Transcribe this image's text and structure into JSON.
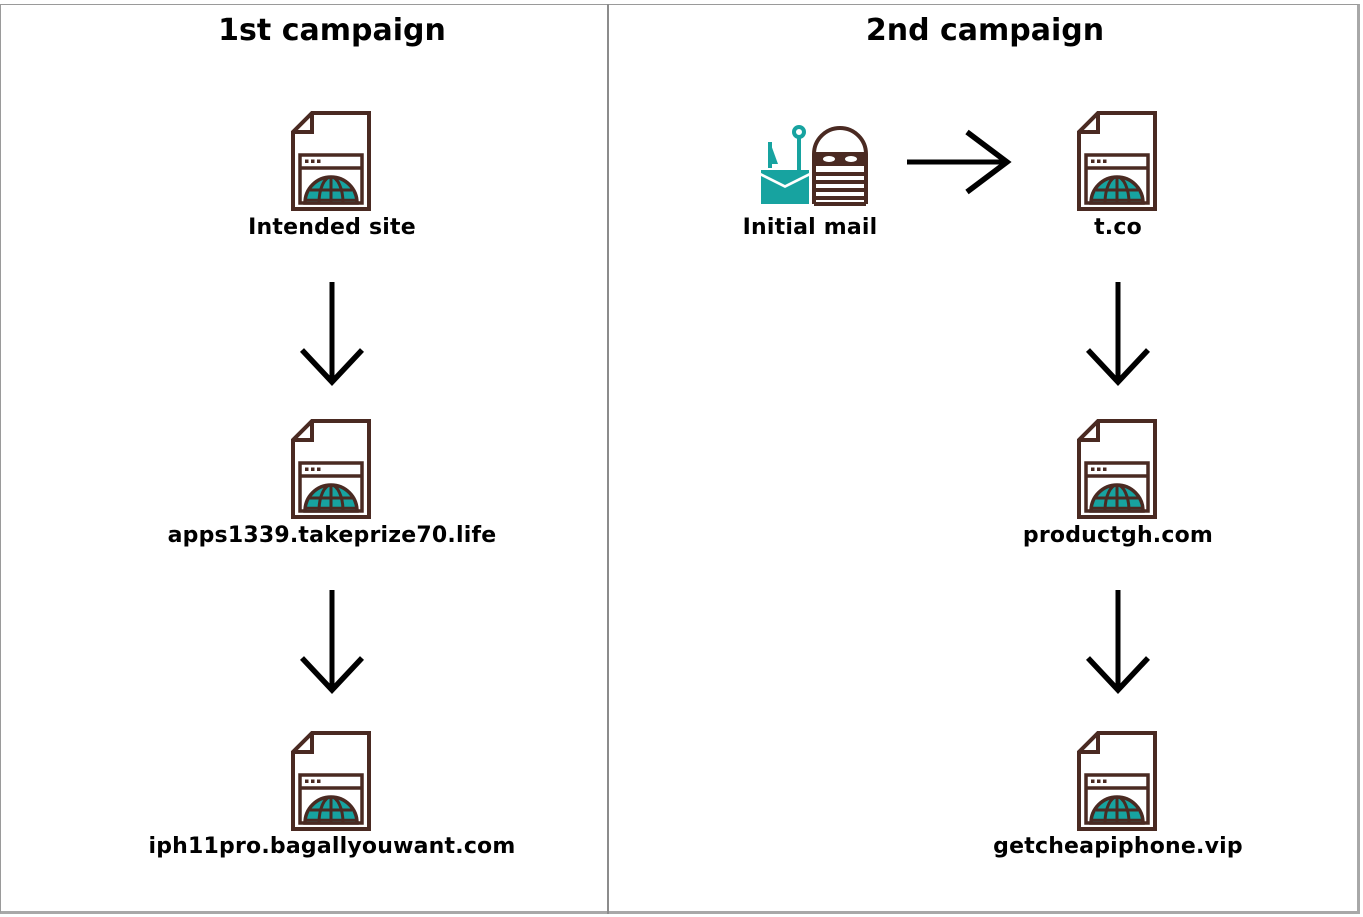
{
  "colors": {
    "icon_outline": "#4a2a22",
    "globe_fill": "#17a3a0",
    "arrow": "#000000",
    "border": "#9a9a9a"
  },
  "campaigns": [
    {
      "title": "1st campaign",
      "nodes": [
        {
          "label": "Intended site",
          "icon": "webpage-icon"
        },
        {
          "label": "apps1339.takeprize70.life",
          "icon": "webpage-icon"
        },
        {
          "label": "iph11pro.bagallyouwant.com",
          "icon": "webpage-icon"
        }
      ]
    },
    {
      "title": "2nd campaign",
      "source": {
        "label": "Initial mail",
        "icon": "phishing-mail-icon"
      },
      "nodes": [
        {
          "label": "t.co",
          "icon": "webpage-icon"
        },
        {
          "label": "productgh.com",
          "icon": "webpage-icon"
        },
        {
          "label": "getcheapiphone.vip",
          "icon": "webpage-icon"
        }
      ]
    }
  ]
}
